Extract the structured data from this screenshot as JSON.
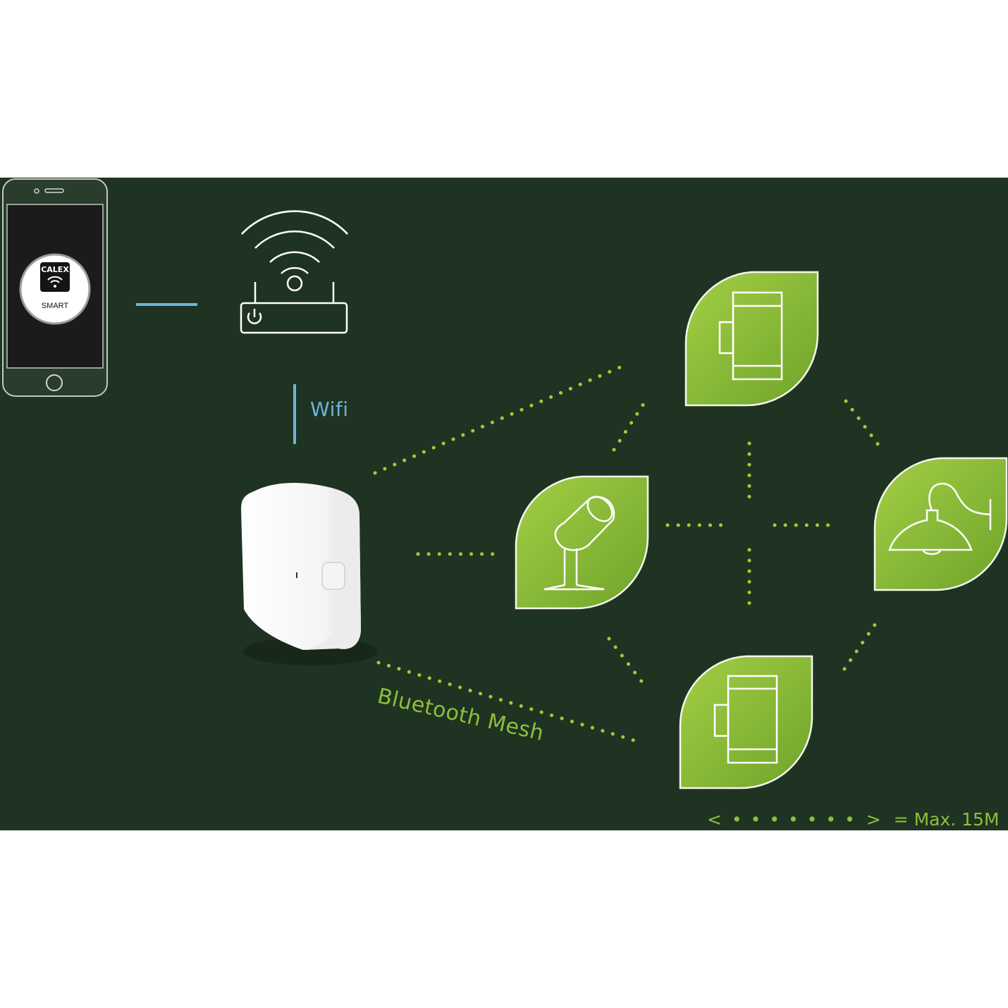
{
  "labels": {
    "wifi": "Wifi",
    "mesh": "Bluetooth Mesh",
    "legend_left": "<",
    "legend_dots": "• • • • • • •",
    "legend_right": ">",
    "legend_text": "= Max. 15M"
  },
  "app_icon": {
    "brand": "CALEX",
    "label": "SMART"
  },
  "colors": {
    "background": "#1f3322",
    "leaf": "#8dbf3c",
    "dots": "#a8c83a",
    "wifi_line": "#6fb4d8",
    "mesh_text": "#8fbe3a"
  },
  "nodes": [
    {
      "name": "smartphone",
      "icon": "smartphone-icon"
    },
    {
      "name": "wifi-router",
      "icon": "router-icon"
    },
    {
      "name": "bluetooth-gateway",
      "icon": "gateway-device"
    },
    {
      "name": "wall-light-top",
      "icon": "wall-light-icon"
    },
    {
      "name": "spotlight",
      "icon": "spotlight-icon"
    },
    {
      "name": "gooseneck-lamp",
      "icon": "gooseneck-lamp-icon"
    },
    {
      "name": "wall-light-bottom",
      "icon": "wall-light-icon"
    }
  ]
}
